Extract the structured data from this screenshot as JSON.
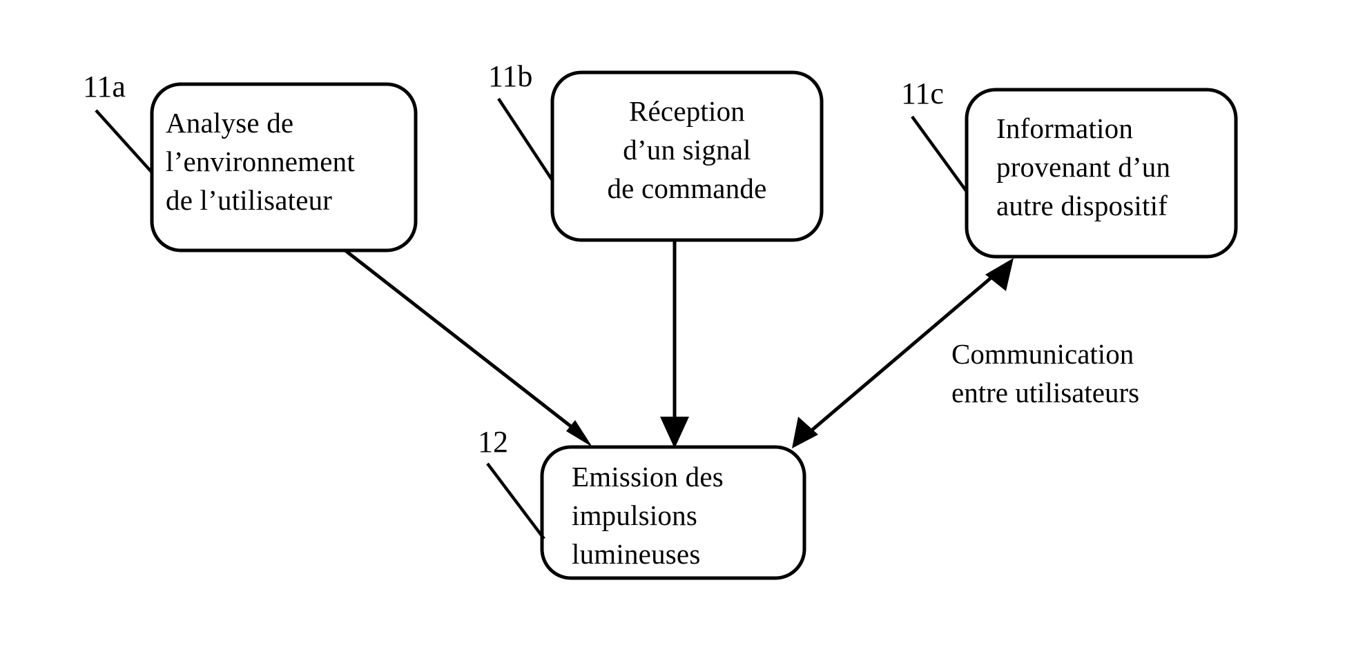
{
  "figure": {
    "type": "flowchart",
    "language": "fr",
    "background_color": "#ffffff",
    "line_color": "#000000"
  },
  "nodes": [
    {
      "id": "11a",
      "ref": "11a",
      "lines": [
        "Analyse de",
        "l’environnement",
        "de l’utilisateur"
      ],
      "align": "left"
    },
    {
      "id": "11b",
      "ref": "11b",
      "lines": [
        "Réception",
        "d’un signal",
        "de commande"
      ],
      "align": "center"
    },
    {
      "id": "11c",
      "ref": "11c",
      "lines": [
        "Information",
        "provenant d’un",
        "autre dispositif"
      ],
      "align": "left"
    },
    {
      "id": "12",
      "ref": "12",
      "lines": [
        "Emission des",
        "impulsions",
        "lumineuses"
      ],
      "align": "left"
    }
  ],
  "edges": [
    {
      "id": "edge-11a-to-12",
      "from": "11a",
      "to": "12",
      "direction": "one-way",
      "label": ""
    },
    {
      "id": "edge-11b-to-12",
      "from": "11b",
      "to": "12",
      "direction": "one-way",
      "label": ""
    },
    {
      "id": "edge-11c-to-12",
      "from": "11c",
      "to": "12",
      "direction": "bidirectional",
      "label": "Communication entre utilisateurs",
      "label_lines": [
        "Communication",
        "entre utilisateurs"
      ]
    }
  ]
}
